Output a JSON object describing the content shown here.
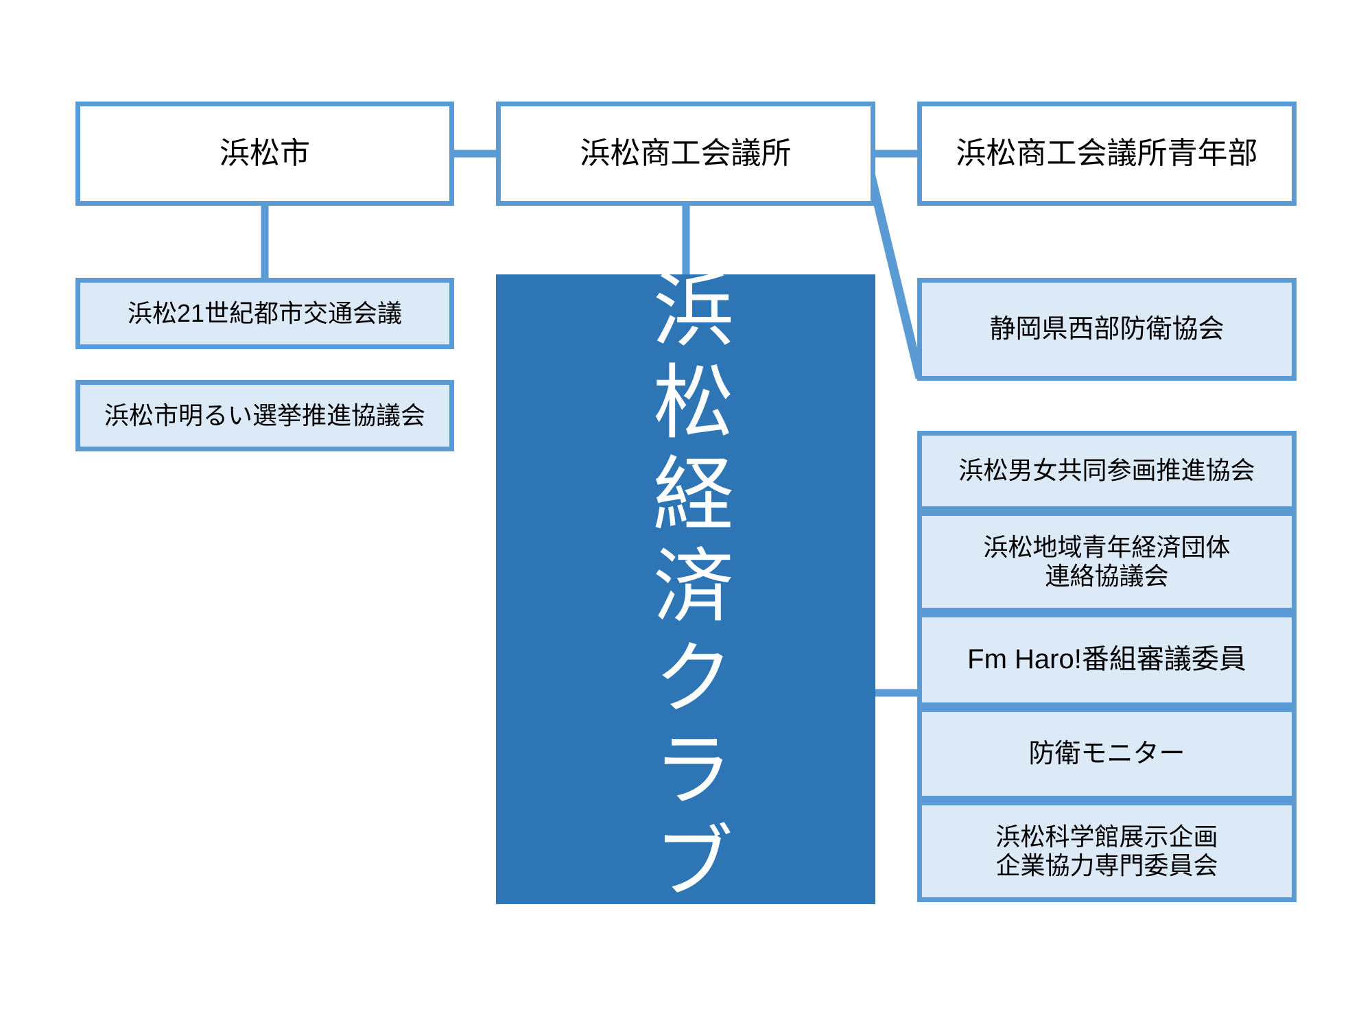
{
  "diagram": {
    "type": "organization-relationship-chart",
    "colors": {
      "border": "#5b9bd5",
      "fill_light": "#dce9f7",
      "fill_primary": "#2e75b6",
      "text_dark": "#000000",
      "text_light": "#ffffff",
      "background": "#ffffff"
    },
    "center": {
      "label": "浜松経済クラブ",
      "orientation": "vertical"
    },
    "top_row": [
      {
        "id": "hamamatsu-city",
        "label": "浜松市"
      },
      {
        "id": "cci",
        "label": "浜松商工会議所"
      },
      {
        "id": "cci-youth",
        "label": "浜松商工会議所青年部"
      }
    ],
    "left_column": [
      {
        "id": "traffic-council",
        "label": "浜松21世紀都市交通会議"
      },
      {
        "id": "bright-election",
        "label": "浜松市明るい選挙推進協議会"
      }
    ],
    "right_upper": [
      {
        "id": "defense-assoc",
        "label": "静岡県西部防衛協会"
      }
    ],
    "right_column": [
      {
        "id": "gender-equality",
        "label": "浜松男女共同参画推進協会"
      },
      {
        "id": "youth-economic",
        "label": "浜松地域青年経済団体\n連絡協議会"
      },
      {
        "id": "fm-haro",
        "label": "Fm  Haro!番組審議委員"
      },
      {
        "id": "defense-monitor",
        "label": "防衛モニター"
      },
      {
        "id": "science-museum",
        "label": "浜松科学館展示企画\n企業協力専門委員会"
      }
    ],
    "connectors": [
      {
        "from": "hamamatsu-city",
        "to": "cci",
        "style": "horizontal"
      },
      {
        "from": "cci",
        "to": "cci-youth",
        "style": "horizontal"
      },
      {
        "from": "hamamatsu-city",
        "to": "traffic-council",
        "style": "vertical"
      },
      {
        "from": "cci",
        "to": "keizai-club",
        "style": "vertical"
      },
      {
        "from": "cci",
        "to": "defense-assoc",
        "style": "diagonal"
      },
      {
        "from": "keizai-club",
        "to": "fm-haro",
        "style": "horizontal"
      }
    ]
  }
}
